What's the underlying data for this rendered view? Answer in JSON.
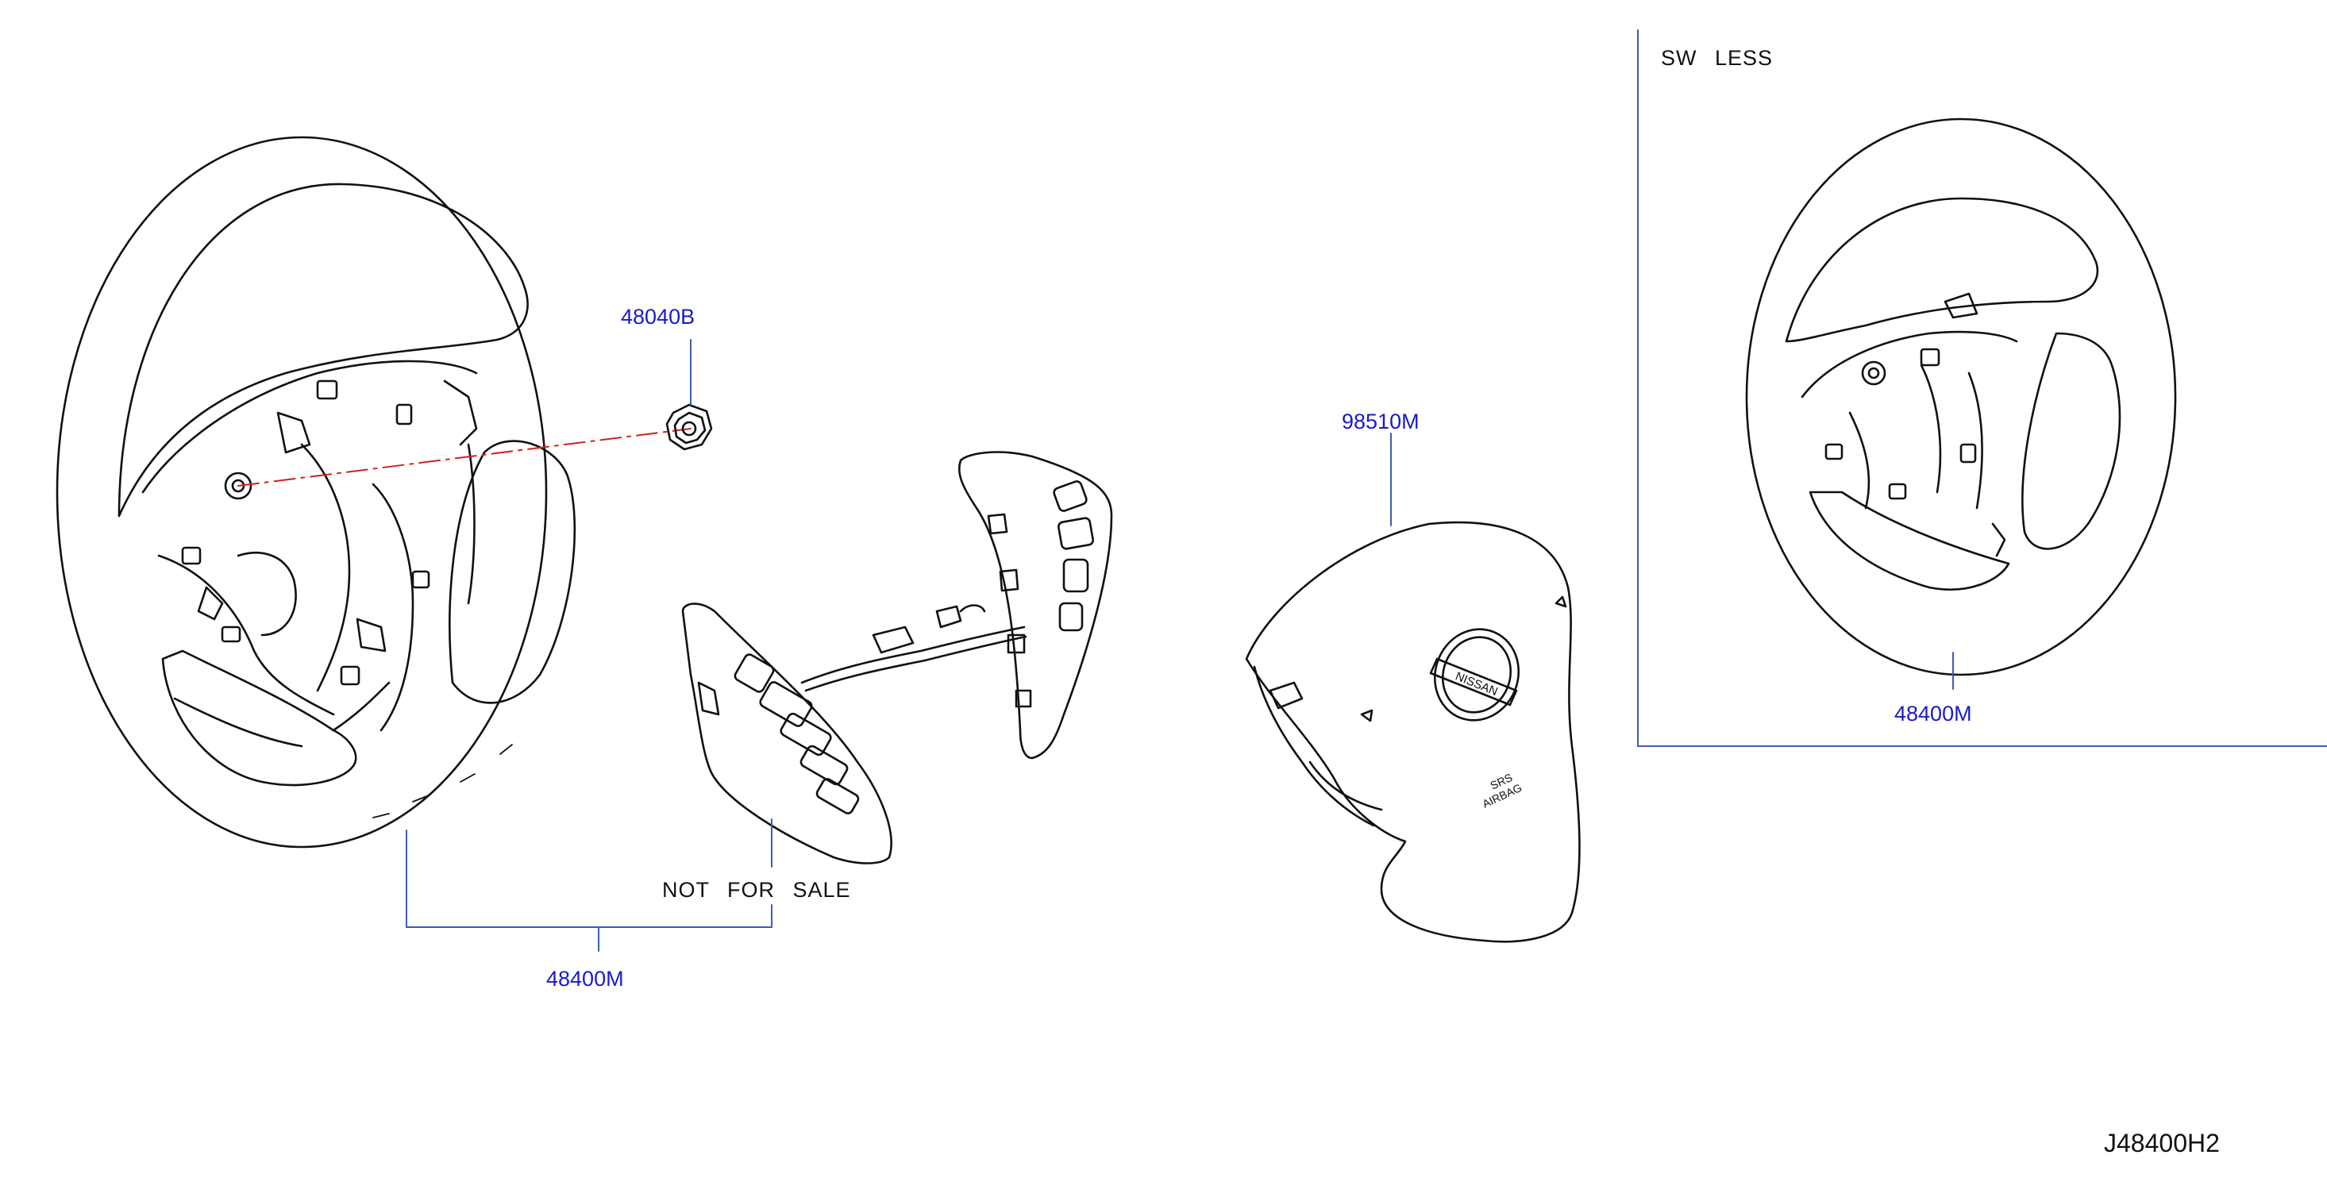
{
  "labels": {
    "nut": "48040B",
    "wheel_main": "48400M",
    "wheel_sw_less": "48400M",
    "airbag": "98510M",
    "not_for_sale": "NOT FOR SALE",
    "sw_less": "SW LESS",
    "diagram_code": "J48400H2"
  },
  "colors": {
    "leader": "#3a5fb0",
    "centerline": "#d42020",
    "part_label": "#1a1acc",
    "line_art": "#111111"
  }
}
